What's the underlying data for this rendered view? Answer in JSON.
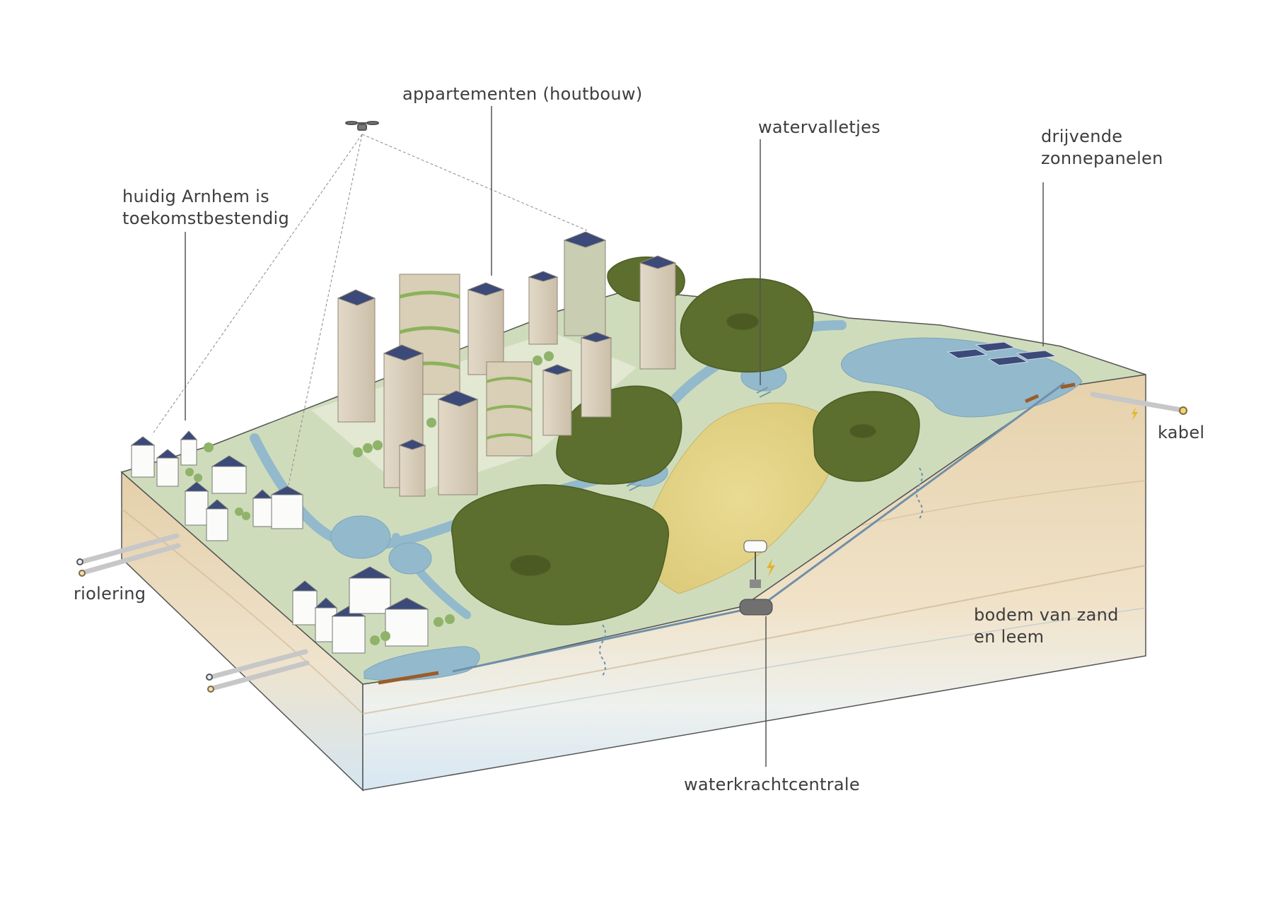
{
  "labels": {
    "appartementen": "appartementen (houtbouw)",
    "watervalletjes": "watervalletjes",
    "drijvende_line1": "drijvende",
    "drijvende_line2": "zonnepanelen",
    "huidig_line1": "huidig Arnhem is",
    "huidig_line2": "toekomstbestendig",
    "kabel": "kabel",
    "riolering": "riolering",
    "bodem_line1": "bodem van zand",
    "bodem_line2": "en leem",
    "waterkrachtcentrale": "waterkrachtcentrale"
  },
  "colors": {
    "sky_white": "#ffffff",
    "ground_sand": "#e9d6b4",
    "ground_light": "#f3e8d4",
    "groundwater": "#dceaf3",
    "terrain_green": "#cfdcbc",
    "water_blue": "#93b9cc",
    "forest_dark": "#5c6f2e",
    "sand_yellow": "#e6d68a",
    "tower_wood": "#ddd3c2",
    "roof_blue": "#3b4a78",
    "label_text": "#3d3d3d",
    "leader_line": "#555555"
  },
  "icons": [
    "drone-icon",
    "lightning-icon",
    "cable-end-icon",
    "pipe-end-icon",
    "turbine-icon"
  ]
}
